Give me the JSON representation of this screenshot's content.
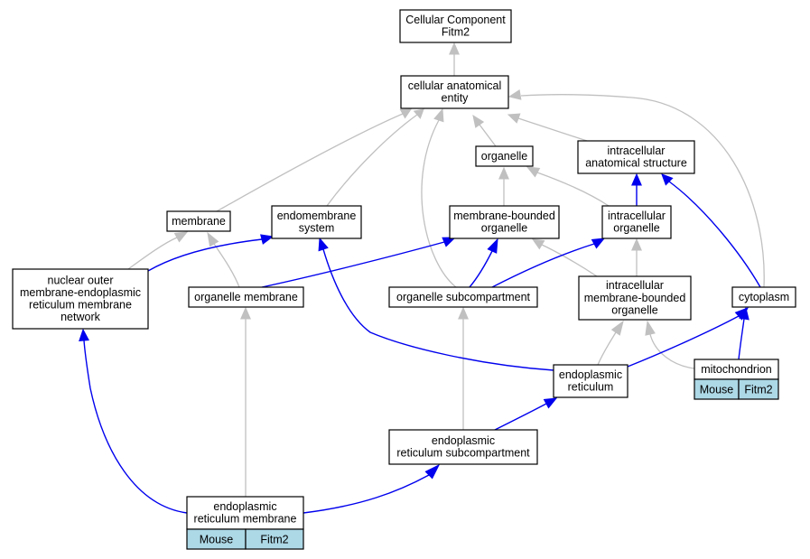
{
  "nodes": {
    "cc": {
      "lines": [
        "Cellular Component",
        "Fitm2"
      ]
    },
    "cae": {
      "lines": [
        "cellular anatomical",
        "entity"
      ]
    },
    "organelle": {
      "lines": [
        "organelle"
      ]
    },
    "ias": {
      "lines": [
        "intracellular",
        "anatomical structure"
      ]
    },
    "membrane": {
      "lines": [
        "membrane"
      ]
    },
    "endomem": {
      "lines": [
        "endomembrane",
        "system"
      ]
    },
    "mbo": {
      "lines": [
        "membrane-bounded",
        "organelle"
      ]
    },
    "io": {
      "lines": [
        "intracellular",
        "organelle"
      ]
    },
    "nuclear": {
      "lines": [
        "nuclear outer",
        "membrane-endoplasmic",
        "reticulum membrane",
        "network"
      ]
    },
    "orgmem": {
      "lines": [
        "organelle membrane"
      ]
    },
    "orgsub": {
      "lines": [
        "organelle subcompartment"
      ]
    },
    "imbo": {
      "lines": [
        "intracellular",
        "membrane-bounded",
        "organelle"
      ]
    },
    "cytoplasm": {
      "lines": [
        "cytoplasm"
      ]
    },
    "er": {
      "lines": [
        "endoplasmic",
        "reticulum"
      ]
    },
    "mito": {
      "lines": [
        "mitochondrion"
      ],
      "annotations": [
        "Mouse",
        "Fitm2"
      ]
    },
    "ersub": {
      "lines": [
        "endoplasmic",
        "reticulum subcompartment"
      ]
    },
    "ermem": {
      "lines": [
        "endoplasmic",
        "reticulum membrane"
      ],
      "annotations": [
        "Mouse",
        "Fitm2"
      ]
    }
  },
  "edges": [
    {
      "from": "cae",
      "to": "cc",
      "type": "is_a"
    },
    {
      "from": "organelle",
      "to": "cae",
      "type": "is_a"
    },
    {
      "from": "ias",
      "to": "cae",
      "type": "is_a"
    },
    {
      "from": "membrane",
      "to": "cae",
      "type": "is_a"
    },
    {
      "from": "endomem",
      "to": "cae",
      "type": "is_a"
    },
    {
      "from": "orgsub",
      "to": "cae",
      "type": "is_a"
    },
    {
      "from": "cytoplasm",
      "to": "cae",
      "type": "is_a"
    },
    {
      "from": "mbo",
      "to": "organelle",
      "type": "is_a"
    },
    {
      "from": "io",
      "to": "organelle",
      "type": "is_a"
    },
    {
      "from": "io",
      "to": "ias",
      "type": "part_of"
    },
    {
      "from": "cytoplasm",
      "to": "ias",
      "type": "part_of"
    },
    {
      "from": "nuclear",
      "to": "membrane",
      "type": "is_a"
    },
    {
      "from": "nuclear",
      "to": "endomem",
      "type": "part_of"
    },
    {
      "from": "orgmem",
      "to": "membrane",
      "type": "is_a"
    },
    {
      "from": "orgmem",
      "to": "mbo",
      "type": "part_of"
    },
    {
      "from": "orgsub",
      "to": "mbo",
      "type": "part_of"
    },
    {
      "from": "orgsub",
      "to": "io",
      "type": "part_of"
    },
    {
      "from": "imbo",
      "to": "mbo",
      "type": "is_a"
    },
    {
      "from": "imbo",
      "to": "io",
      "type": "is_a"
    },
    {
      "from": "er",
      "to": "endomem",
      "type": "part_of"
    },
    {
      "from": "er",
      "to": "imbo",
      "type": "is_a"
    },
    {
      "from": "er",
      "to": "cytoplasm",
      "type": "part_of"
    },
    {
      "from": "mito",
      "to": "imbo",
      "type": "is_a"
    },
    {
      "from": "mito",
      "to": "cytoplasm",
      "type": "part_of"
    },
    {
      "from": "ersub",
      "to": "orgsub",
      "type": "is_a"
    },
    {
      "from": "ersub",
      "to": "er",
      "type": "part_of"
    },
    {
      "from": "ermem",
      "to": "orgmem",
      "type": "is_a"
    },
    {
      "from": "ermem",
      "to": "nuclear",
      "type": "part_of"
    },
    {
      "from": "ermem",
      "to": "ersub",
      "type": "part_of"
    }
  ],
  "colors": {
    "is_a": "#c0c0c0",
    "part_of": "#0000ee",
    "annotation_fill": "#add8e6"
  }
}
